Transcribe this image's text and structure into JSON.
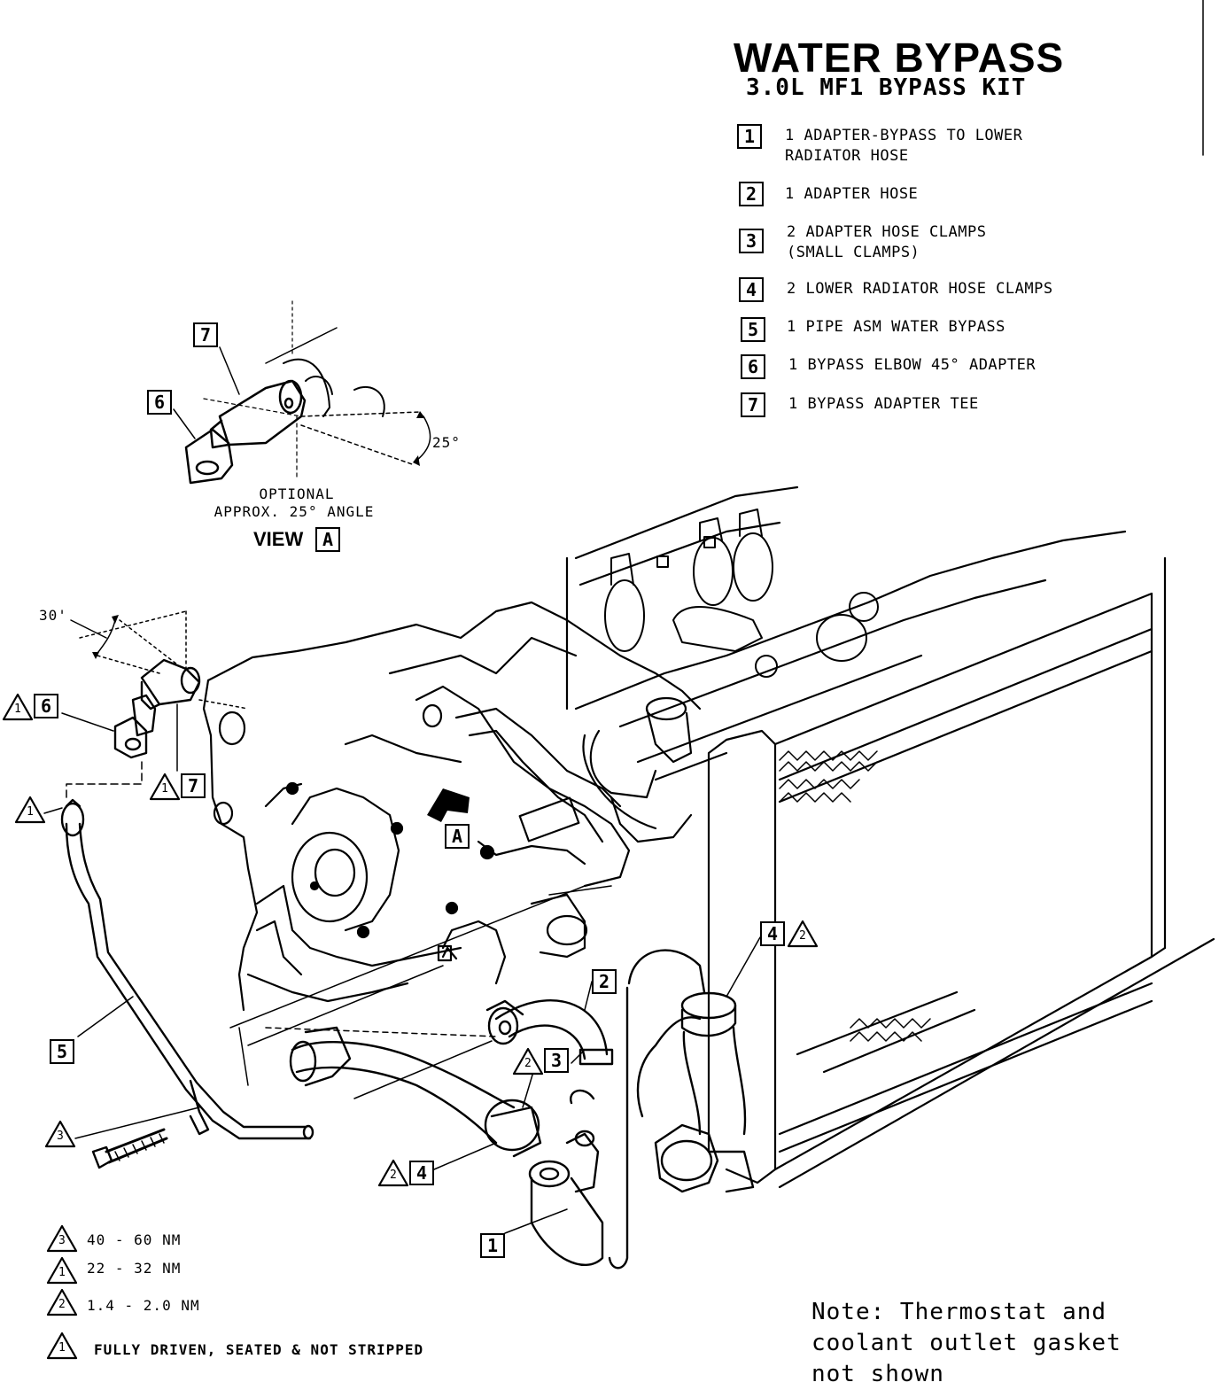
{
  "title": "WATER BYPASS",
  "subtitle": "3.0L MF1 BYPASS KIT",
  "parts": [
    {
      "num": "1",
      "text": "1 ADAPTER-BYPASS TO LOWER\nRADIATOR HOSE"
    },
    {
      "num": "2",
      "text": "1 ADAPTER HOSE"
    },
    {
      "num": "3",
      "text": "2 ADAPTER HOSE CLAMPS\n(SMALL CLAMPS)"
    },
    {
      "num": "4",
      "text": "2 LOWER RADIATOR HOSE CLAMPS"
    },
    {
      "num": "5",
      "text": "1 PIPE ASM WATER BYPASS"
    },
    {
      "num": "6",
      "text": "1 BYPASS ELBOW 45° ADAPTER"
    },
    {
      "num": "7",
      "text": "1 BYPASS ADAPTER TEE"
    }
  ],
  "view_a": {
    "line1": "OPTIONAL",
    "line2": "APPROX. 25° ANGLE",
    "view_word": "VIEW",
    "view_letter": "A",
    "angle": "25°"
  },
  "angle_30": "30'",
  "arrow_letter": "A",
  "torque_specs": [
    {
      "sym": "3",
      "text": "40 - 60 NM"
    },
    {
      "sym": "1",
      "text": "22 - 32 NM"
    },
    {
      "sym": "2",
      "text": "1.4 - 2.0 NM"
    },
    {
      "sym": "1",
      "text": "FULLY DRIVEN, SEATED & NOT STRIPPED"
    }
  ],
  "note": "Note: Thermostat and coolant outlet gasket not shown",
  "callouts": {
    "c7_view": "7",
    "c6_view": "6",
    "c6_main": "6",
    "t6_main": "1",
    "c7_main": "7",
    "t7_main": "1",
    "t1_pipe": "1",
    "c5": "5",
    "t3_bolt": "3",
    "c2": "2",
    "c3": "3",
    "t3": "2",
    "c4_low": "4",
    "t4_low": "2",
    "c4_up": "4",
    "t4_up": "2",
    "c1": "1"
  }
}
